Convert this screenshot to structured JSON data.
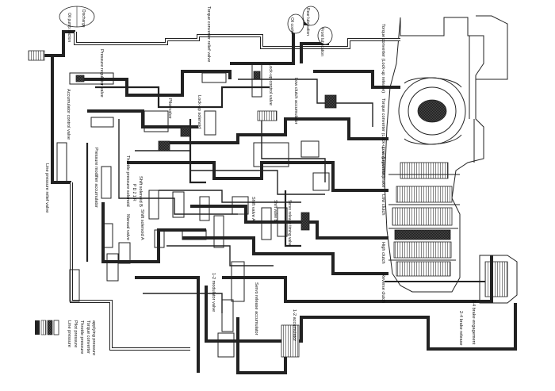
{
  "labels": {
    "oil_pump_suction": "Oil pump suction",
    "discharge": "Discharge",
    "pressure_regulator_valve": "Pressure regulator valve",
    "torque_converter_relief_valve": "Torque converter relief valve",
    "oil_cooler": "Oil cooler",
    "rear_lubrication": "Rear lubrication",
    "front_lubrication": "Front lubrication",
    "lockup_control_valve": "Lock-up control valve",
    "pilot_valve": "Pilot valve",
    "accumulator_control_valve": "Accumulator control valve",
    "lockup_solenoid": "Lock-up solenoid",
    "low_clutch_accumulator": "Low clutch accumulator",
    "torque_converter_release": "Torque converter (Lock-up release)",
    "torque_converter_engagement": "Torque converter (Lock-up engagement)",
    "line_pressure_relief_valve": "Line pressure relief valve",
    "pressure_modifier_accumulator": "Pressure modifier accumulator",
    "throttle_pressure_solenoid": "Throttle pressure solenoid",
    "manual_valve": "Manual valve",
    "shift_solenoid_b": "Shift solenoid B",
    "shift_solenoid_a": "Shift solenoid A",
    "shift_valve_a": "Shift valve A",
    "shift_valve_b": "Shift valve B",
    "servo_release_timing_valve": "Servo release timing valve",
    "low_reverse_brake": "Low & reverse brake",
    "low_clutch": "Low clutch",
    "high_clutch": "High clutch",
    "reverse_clutch": "Reverse clutch",
    "servo_release_accumulator": "Servo release accumulator",
    "modulator_12": "1-2 modulator valve",
    "accumulator_12": "1-2 accumulator",
    "brake_24_engagement": "2-4 brake engagement",
    "brake_24_release": "2-4 brake release",
    "ports": "P D 2 1 R",
    "legend_line": "Line pressure",
    "legend_pilot": "Pilot pressure",
    "legend_throttle": "Throttle pressure",
    "legend_tc": "Torque converter",
    "legend_tc2": "applying pressure"
  },
  "colors": {
    "line": "#222222",
    "background": "#ffffff"
  }
}
